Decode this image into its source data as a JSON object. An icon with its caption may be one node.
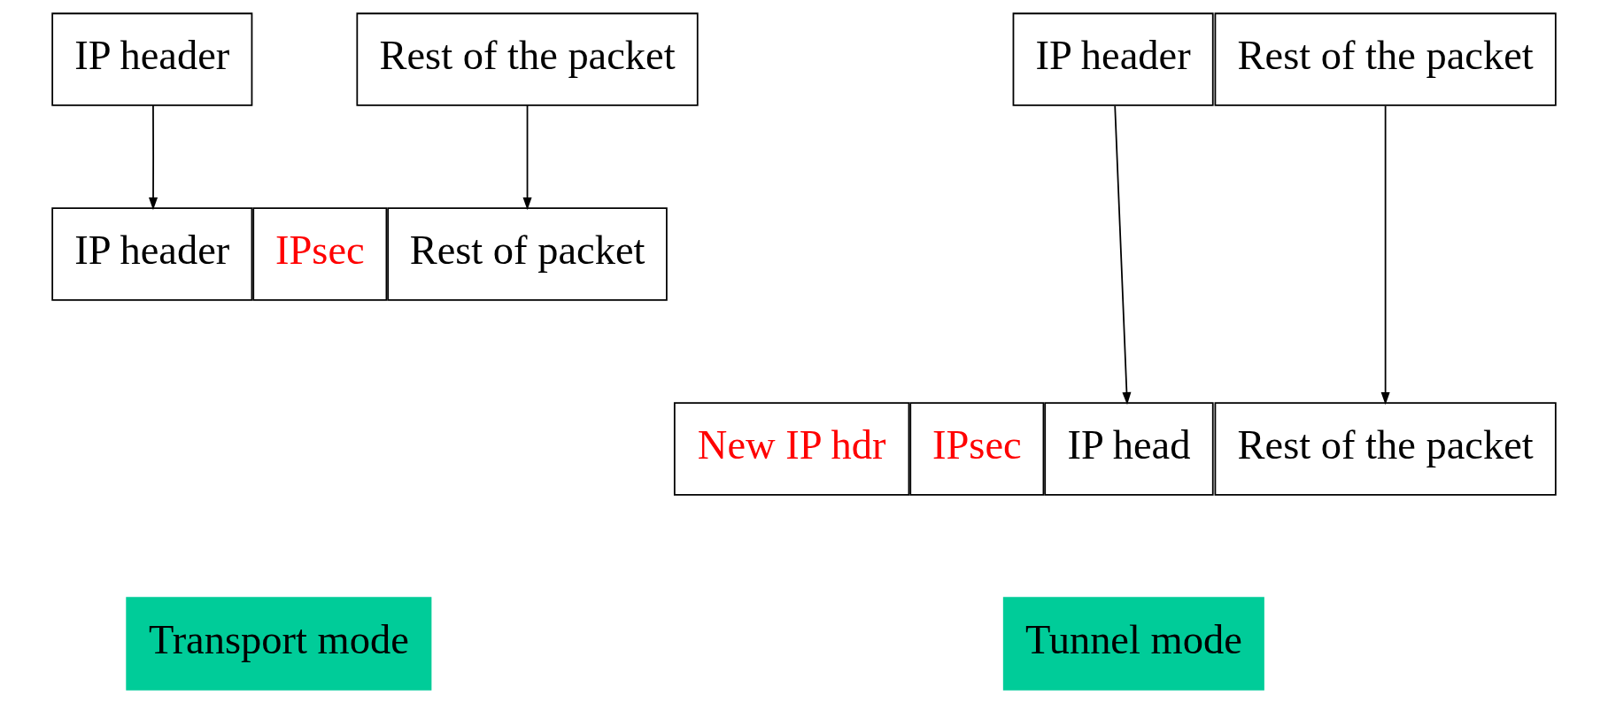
{
  "diagram": {
    "nodes": [
      {
        "text": [
          "IP header"
        ]
      },
      {
        "text": [
          "Rest of the packet"
        ]
      },
      {
        "text": [
          "IP header"
        ]
      },
      {
        "text": [
          "IPsec"
        ]
      },
      {
        "text": [
          "Rest of packet"
        ]
      },
      {
        "text": [
          "IP header"
        ]
      },
      {
        "text": [
          "Rest of the packet"
        ]
      },
      {
        "text": [
          "New IP hdr"
        ]
      },
      {
        "text": [
          "IPsec"
        ]
      },
      {
        "text": [
          "IP head"
        ]
      },
      {
        "text": [
          "Rest of the packet"
        ]
      },
      {
        "text": [
          "Transport mode"
        ]
      },
      {
        "text": [
          "Tunnel mode"
        ]
      }
    ],
    "edges": [
      {
        "from": 0,
        "to": 2,
        "arrow": "to"
      },
      {
        "from": 1,
        "to": 4,
        "arrow": "to"
      },
      {
        "from": 5,
        "to": 9,
        "arrow": "to"
      },
      {
        "from": 6,
        "to": 10,
        "arrow": "to"
      }
    ]
  }
}
